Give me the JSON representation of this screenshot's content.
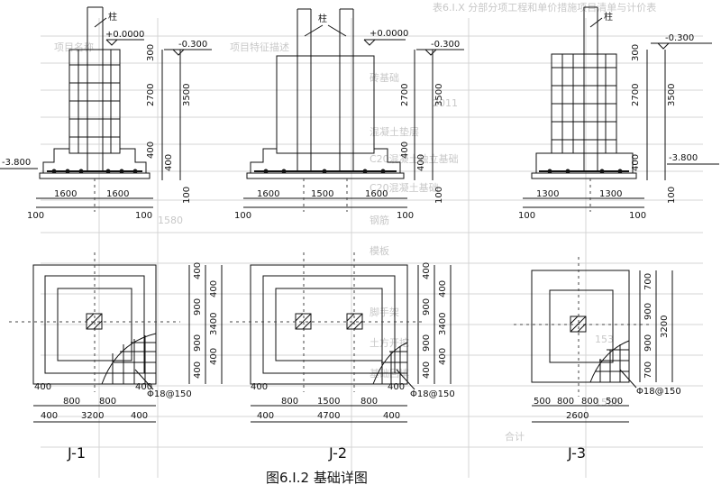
{
  "figure_caption": "图6.I.2 基础详图",
  "watermark_text": [
    "表6.I.X 分部分项工程和单价措施项目清单与计价表",
    "项目名称",
    "项目特征描述",
    "砖基础",
    "混凝土垫层",
    "C20混凝土独立基础",
    "C20混凝土基础",
    "钢筋",
    "模板",
    "脚手架",
    "土方开挖",
    "基础回填",
    "合计",
    "2011",
    "153",
    "1580",
    "1580"
  ],
  "label_column": "柱",
  "label_zero": "+0.0000",
  "label_minus_0_300": "-0.300",
  "label_minus_3_800": "-3.800",
  "j1": {
    "name": "J-1",
    "vertical_dims": [
      "300",
      "2700",
      "3500",
      "400",
      "400",
      "100"
    ],
    "bottom_dims": [
      "1600",
      "1600",
      "100",
      "100"
    ],
    "rebar": "Φ18@150",
    "plan_right_dims": [
      "400",
      "400",
      "900",
      "900",
      "400",
      "400",
      "3400"
    ],
    "plan_bottom_dims": [
      "400",
      "800",
      "800",
      "400",
      "400",
      "3200",
      "400"
    ]
  },
  "j2": {
    "name": "J-2",
    "vertical_dims": [
      "2700",
      "3500",
      "400",
      "400",
      "100"
    ],
    "bottom_dims": [
      "1600",
      "1500",
      "1600",
      "100",
      "100"
    ],
    "rebar": "Φ18@150",
    "plan_right_dims": [
      "400",
      "400",
      "900",
      "900",
      "400",
      "400",
      "3400"
    ],
    "plan_bottom_dims": [
      "400",
      "800",
      "1500",
      "800",
      "400",
      "400",
      "4700",
      "400"
    ]
  },
  "j3": {
    "name": "J-3",
    "vertical_dims": [
      "300",
      "2700",
      "3500",
      "400",
      "100"
    ],
    "bottom_dims": [
      "1300",
      "1300",
      "100",
      "100"
    ],
    "rebar": "Φ18@150",
    "plan_right_dims": [
      "700",
      "900",
      "900",
      "700",
      "3200"
    ],
    "plan_bottom_dims": [
      "500",
      "800",
      "800",
      "500",
      "2600"
    ]
  }
}
